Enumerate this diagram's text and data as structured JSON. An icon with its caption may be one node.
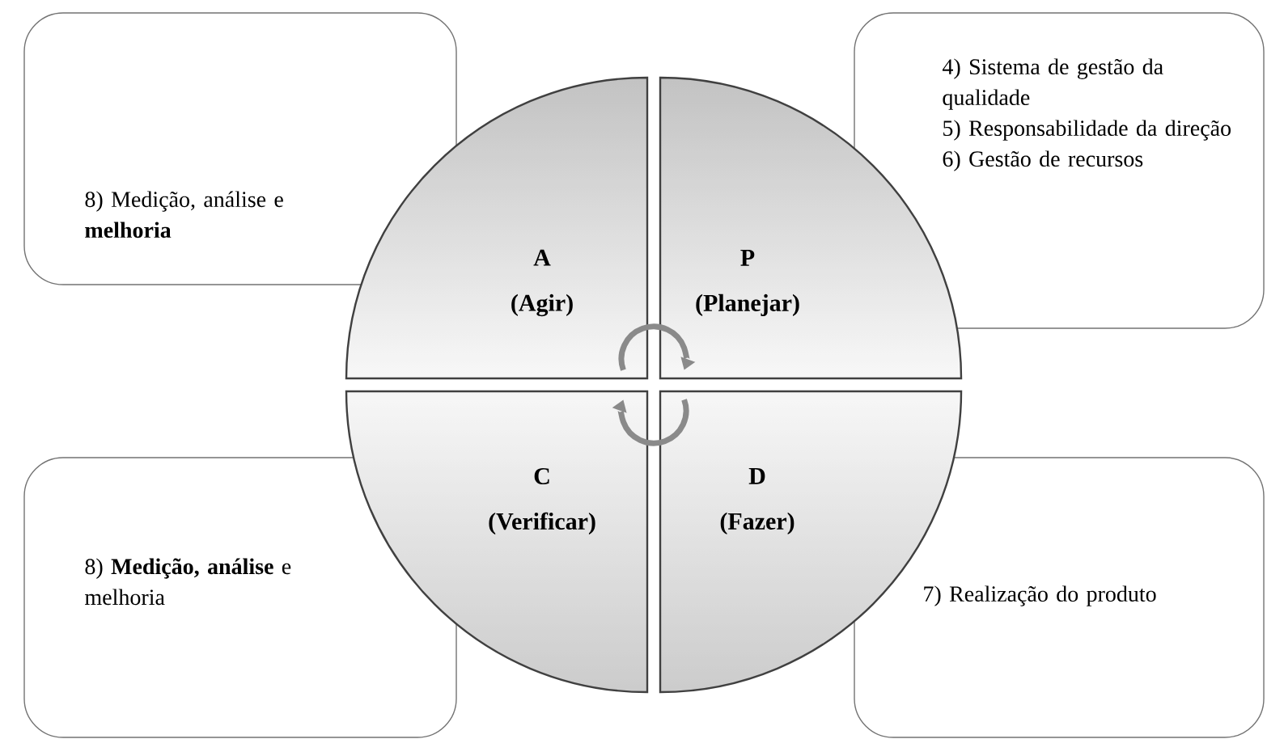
{
  "diagram": {
    "nodes": [
      {
        "text": [
          "8) Medição, análise e **melhoria**"
        ]
      },
      {
        "text": [
          "4) Sistema de gestão da qualidade",
          "5) Responsabilidade da direção",
          "6) Gestão de recursos"
        ]
      },
      {
        "text": [
          "A",
          "(Agir)"
        ]
      },
      {
        "text": [
          "P",
          "(Planejar)"
        ]
      },
      {
        "text": [
          "C",
          "(Verificar)"
        ]
      },
      {
        "text": [
          "D",
          "(Fazer)"
        ]
      },
      {
        "text": [
          "8) **Medição, análise** e melhoria"
        ]
      },
      {
        "text": [
          "7) Realização do produto"
        ]
      }
    ],
    "edges": [
      {
        "from": 2,
        "to": 3,
        "arrow": "to"
      },
      {
        "from": 5,
        "to": 4,
        "arrow": "to"
      }
    ]
  }
}
